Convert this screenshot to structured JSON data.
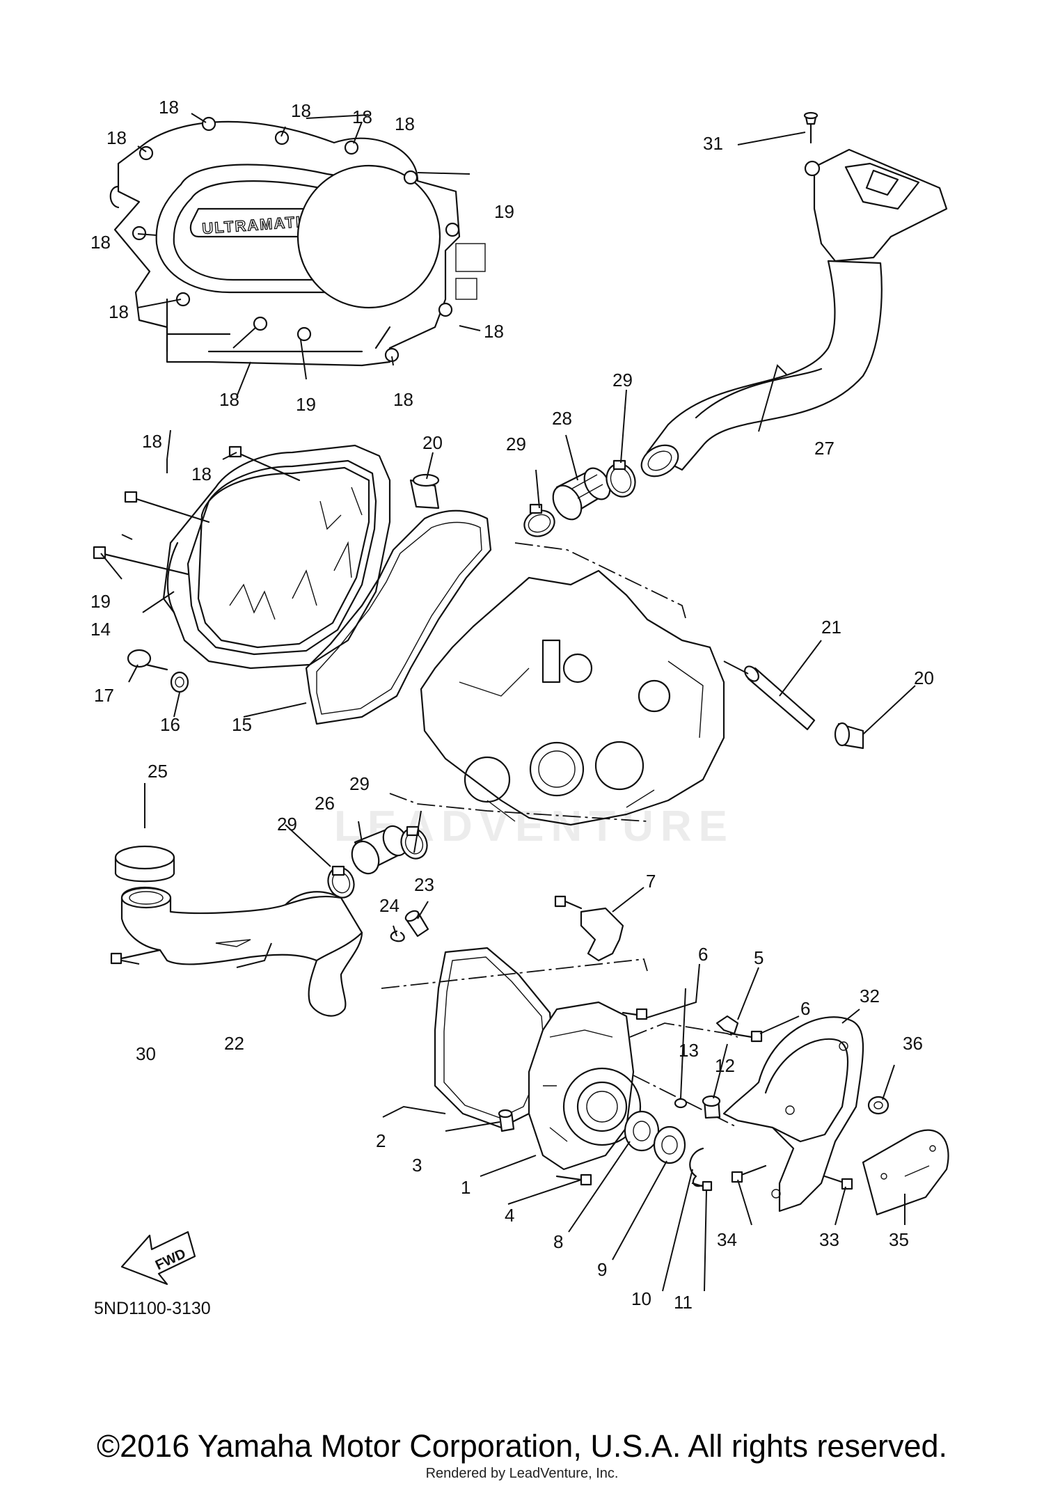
{
  "diagram": {
    "brand_lettering": "ULTRAMATIC",
    "watermark": "LEADVENTURE",
    "fwd_label": "FWD",
    "diagram_code": "5ND1100-3130",
    "callouts": [
      "18",
      "18",
      "18",
      "18",
      "18",
      "18",
      "18",
      "18",
      "18",
      "18",
      "19",
      "19",
      "31",
      "29",
      "28",
      "27",
      "20",
      "29",
      "18",
      "18",
      "19",
      "14",
      "17",
      "16",
      "15",
      "21",
      "20",
      "25",
      "29",
      "26",
      "29",
      "23",
      "24",
      "7",
      "6",
      "5",
      "6",
      "32",
      "36",
      "13",
      "12",
      "30",
      "22",
      "2",
      "3",
      "1",
      "4",
      "8",
      "9",
      "10",
      "11",
      "34",
      "33",
      "35"
    ]
  },
  "footer": {
    "copyright": "©2016 Yamaha Motor Corporation, U.S.A. All rights reserved.",
    "render_credit": "Rendered by LeadVenture, Inc."
  },
  "colors": {
    "ink": "#111111",
    "paper": "#ffffff",
    "watermark": "#ececec"
  }
}
